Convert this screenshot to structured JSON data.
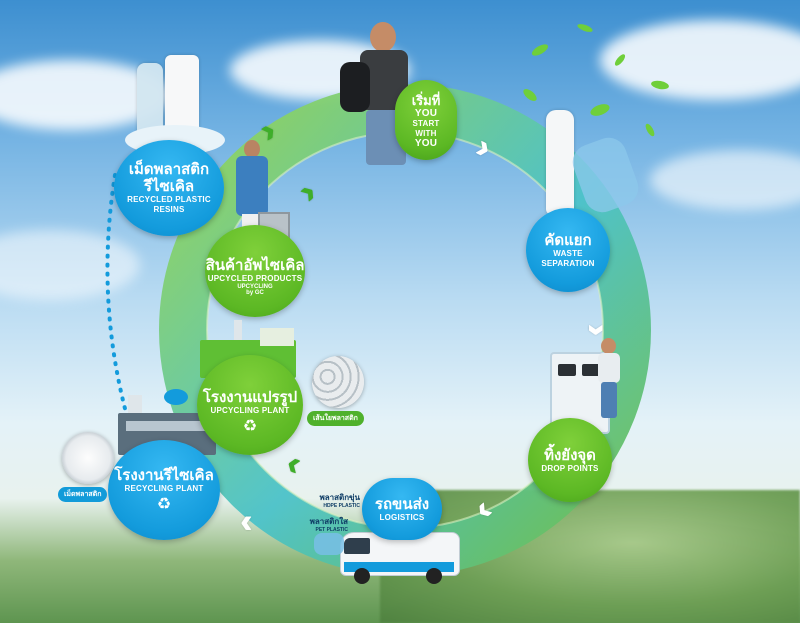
{
  "nodes": {
    "start": {
      "th": "เริ่มที่",
      "you1": "YOU",
      "en1": "START",
      "en2": "WITH",
      "you2": "YOU"
    },
    "separation": {
      "th": "คัดแยก",
      "en1": "WASTE",
      "en2": "SEPARATION"
    },
    "drop": {
      "th": "ทิ้งยังจุด",
      "en": "DROP POINTS"
    },
    "logistics": {
      "th": "รถขนส่ง",
      "en": "LOGISTICS"
    },
    "recycling_plant": {
      "th": "โรงงานรีไซเคิล",
      "en": "RECYCLING PLANT",
      "icon": "recycle-icon"
    },
    "resins": {
      "th": "เม็ดพลาสติกรีไซเคิล",
      "en1": "RECYCLED PLASTIC",
      "en2": "RESINS"
    },
    "upcycled": {
      "th": "สินค้าอัพไซเคิล",
      "en": "UPCYCLED PRODUCTS",
      "brand1": "UPCYCLING",
      "brand2": "by GC"
    },
    "upcycling_plant": {
      "th": "โรงงานแปรรูป",
      "en": "UPCYCLING PLANT",
      "icon": "recycle-icon"
    }
  },
  "labels": {
    "fiber": "เส้นใยพลาสติก",
    "pellets": "เม็ดพลาสติก",
    "hdpe_th": "พลาสติกขุ่น",
    "hdpe_en": "HDPE PLASTIC",
    "pet_th": "พลาสติกใส",
    "pet_en": "PET PLASTIC"
  },
  "colors": {
    "blue": "#139bdc",
    "green": "#5cb824",
    "ring_green": "#8ccf4e",
    "ring_cyan": "#4cc3d9"
  }
}
